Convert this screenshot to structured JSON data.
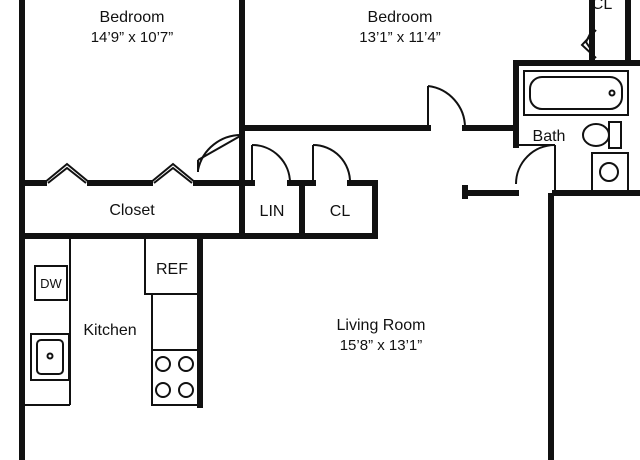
{
  "floorplan": {
    "rooms": {
      "bedroom_left": {
        "name": "Bedroom",
        "dims": "14’9” x 10’7”"
      },
      "bedroom_right": {
        "name": "Bedroom",
        "dims": "13’1” x 11’4”"
      },
      "living_room": {
        "name": "Living Room",
        "dims": "15’8” x 13’1”"
      },
      "kitchen": {
        "name": "Kitchen"
      },
      "closet": {
        "name": "Closet"
      },
      "bath": {
        "name": "Bath"
      }
    },
    "closets": {
      "linen": "LIN",
      "coat": "CL",
      "bedroom": "CL"
    },
    "appliances": {
      "refrigerator": "REF",
      "dishwasher": "DW"
    },
    "colors": {
      "wall": "#111111",
      "background": "#ffffff"
    }
  }
}
